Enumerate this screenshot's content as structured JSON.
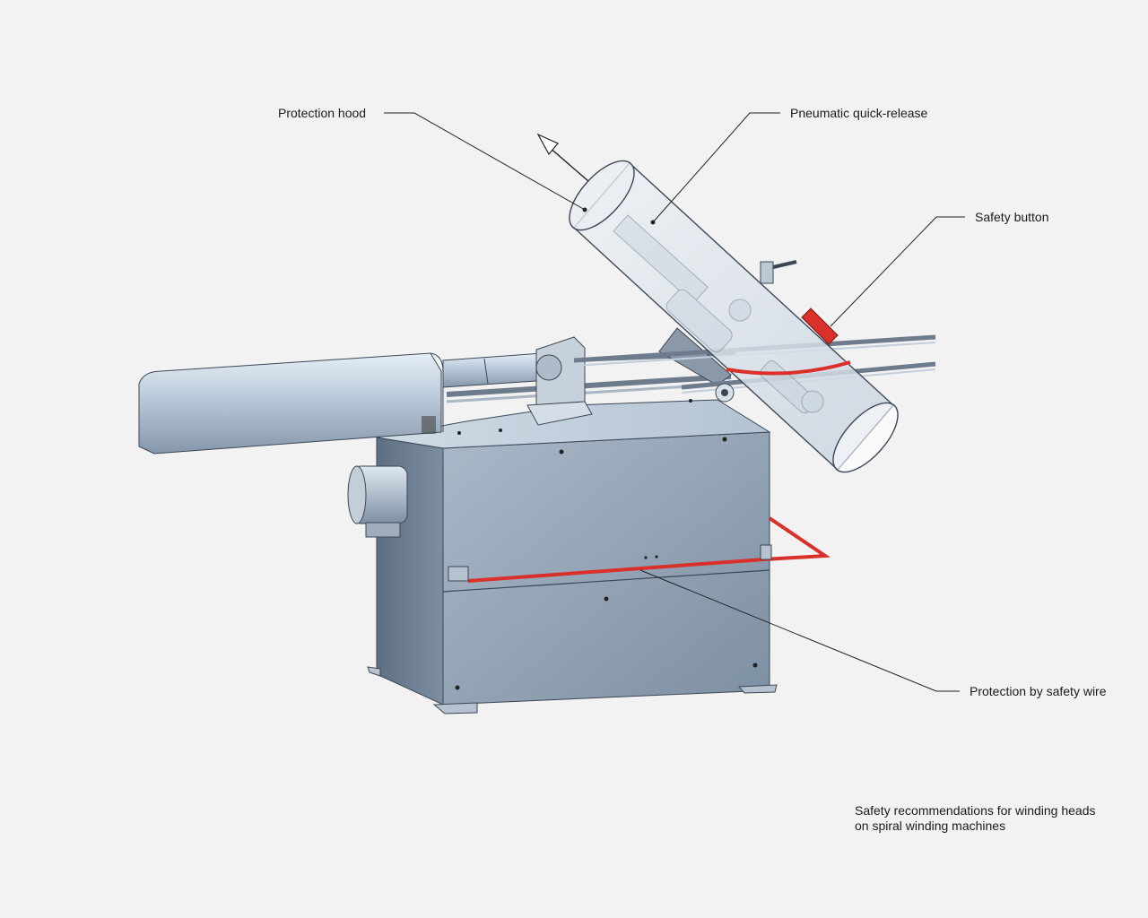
{
  "labels": {
    "protection_hood": "Protection hood",
    "pneumatic_quick_release": "Pneumatic quick-release",
    "safety_button": "Safety button",
    "protection_by_safety_wire": "Protection by safety wire"
  },
  "caption": {
    "line1": "Safety recommendations for winding heads",
    "line2": "on spiral winding machines"
  },
  "colors": {
    "background": "#f2f2f2",
    "cabinet": "#8e9fb0",
    "safety_wire": "#d9302a",
    "leader_line": "#222222"
  }
}
